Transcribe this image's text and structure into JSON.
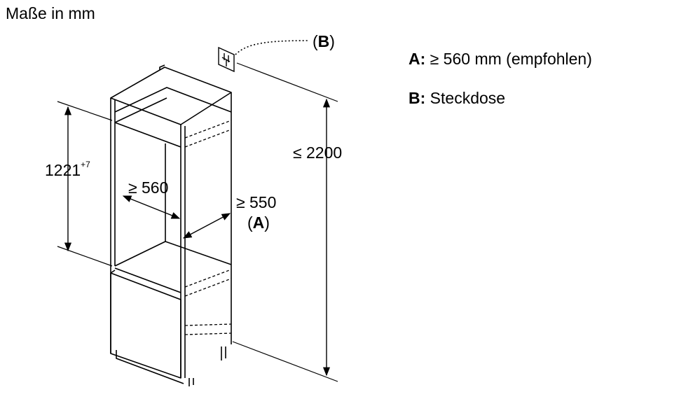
{
  "header": {
    "title": "Maße in mm"
  },
  "dimensions": {
    "niche_height": "1221",
    "niche_height_tolerance": "+7",
    "niche_width": "≥ 560",
    "niche_depth": "≥ 550",
    "niche_depth_ref": "A",
    "total_height": "≤ 2200",
    "socket_ref": "B"
  },
  "legend": [
    {
      "key": "A:",
      "text": "≥ 560 mm (empfohlen)"
    },
    {
      "key": "B:",
      "text": "Steckdose"
    }
  ],
  "icons": {
    "socket": "power-socket-icon"
  }
}
